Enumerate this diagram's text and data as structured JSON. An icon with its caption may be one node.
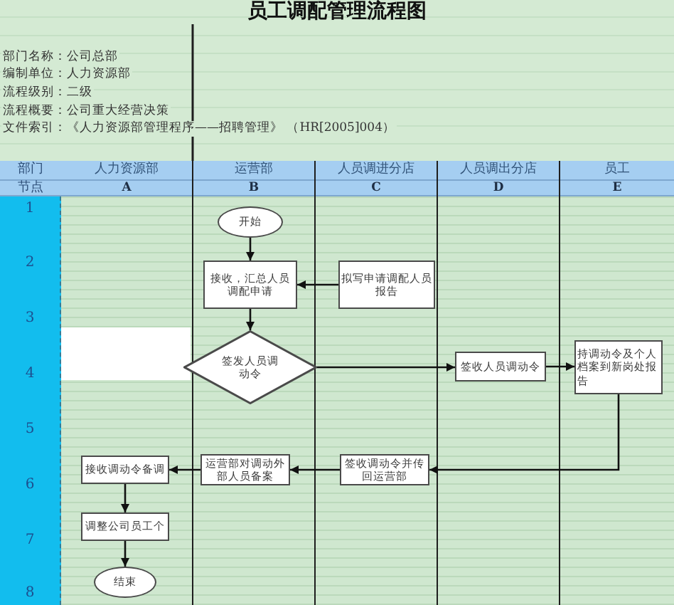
{
  "diagram": {
    "title": "员工调配管理流程图",
    "nodes": [
      {
        "text": [
          "人力资源部",
          "A"
        ]
      },
      {
        "text": [
          "运营部",
          "B"
        ]
      },
      {
        "text": [
          "人员调进分店",
          "C"
        ]
      },
      {
        "text": [
          "人员调出分店",
          "D"
        ]
      },
      {
        "text": [
          "员工",
          "E"
        ]
      },
      {
        "text": [
          "开始"
        ],
        "in": 1
      },
      {
        "text": [
          "接收，汇总人员调配申请"
        ],
        "in": 1
      },
      {
        "text": [
          "拟写申请调配人员报告"
        ],
        "in": 2
      },
      {
        "text": [
          "签发人员调动令"
        ],
        "in": 1
      },
      {
        "text": [
          "签收人员调动令"
        ],
        "in": 3
      },
      {
        "text": [
          "持调动令及个人档案到新岗处报告"
        ],
        "in": 4
      },
      {
        "text": [
          "签收调动令并传回运营部"
        ],
        "in": 2
      },
      {
        "text": [
          "运营部对调动外部人员备案"
        ],
        "in": 1
      },
      {
        "text": [
          "接收调动令备调"
        ],
        "in": 0
      },
      {
        "text": [
          "调整公司员工个"
        ],
        "in": 0
      },
      {
        "text": [
          "结束"
        ],
        "in": 0
      }
    ],
    "edges": [
      {
        "from": 5,
        "to": 6,
        "arrow": "to"
      },
      {
        "from": 7,
        "to": 6,
        "arrow": "to"
      },
      {
        "from": 6,
        "to": 8,
        "arrow": "to"
      },
      {
        "from": 8,
        "to": 9,
        "arrow": "to"
      },
      {
        "from": 9,
        "to": 10,
        "arrow": "to"
      },
      {
        "from": 10,
        "to": 11,
        "arrow": "to"
      },
      {
        "from": 11,
        "to": 12,
        "arrow": "to"
      },
      {
        "from": 12,
        "to": 13,
        "arrow": "to"
      },
      {
        "from": 13,
        "to": 14,
        "arrow": "to"
      },
      {
        "from": 14,
        "to": 15,
        "arrow": "to"
      }
    ],
    "labels": [
      "部门名称：公司总部",
      "编制单位：人力资源部",
      "流程级别：二级",
      "流程概要：公司重大经营决策",
      "文件索引：《人力资源部管理程序——招聘管理》 （HR[2005]004）",
      "部门",
      "节点",
      "1",
      "2",
      "3",
      "4",
      "5",
      "6",
      "7",
      "8"
    ]
  }
}
